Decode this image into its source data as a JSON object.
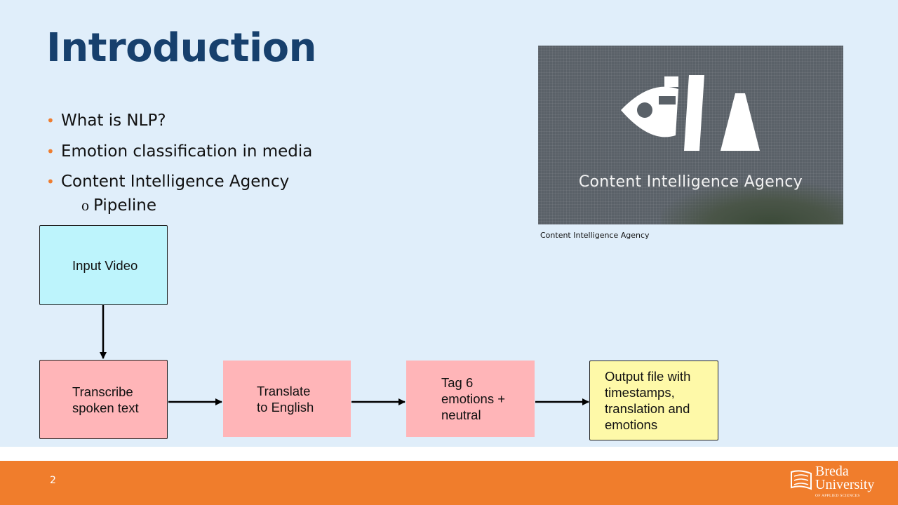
{
  "slide": {
    "title": "Introduction",
    "bullets": [
      {
        "label": "What is NLP?"
      },
      {
        "label": "Emotion classification in media"
      },
      {
        "label": "Content Intelligence Agency"
      }
    ],
    "sub_bullet": {
      "marker": "o",
      "label": "Pipeline"
    },
    "image": {
      "logo_text": "Content Intelligence Agency",
      "caption": "Content Intelligence Agency"
    }
  },
  "pipeline": {
    "input": [
      "Input Video"
    ],
    "transcribe": [
      "Transcribe",
      "spoken text"
    ],
    "translate": [
      "Translate",
      "to English"
    ],
    "tag": [
      "Tag 6",
      "emotions +",
      "neutral"
    ],
    "output": [
      "Output file with",
      "timestamps,",
      "translation and",
      "emotions"
    ]
  },
  "footer": {
    "page_number": "2",
    "brand": {
      "line1": "Breda",
      "line2": "University",
      "tagline": "OF APPLIED SCIENCES"
    }
  },
  "colors": {
    "title": "#17406d",
    "bullet": "#ee7d30",
    "footer": "#f07d2c",
    "input_box": "#bdf4fc",
    "process_box": "#ffb5b8",
    "output_box": "#fef9a8"
  }
}
